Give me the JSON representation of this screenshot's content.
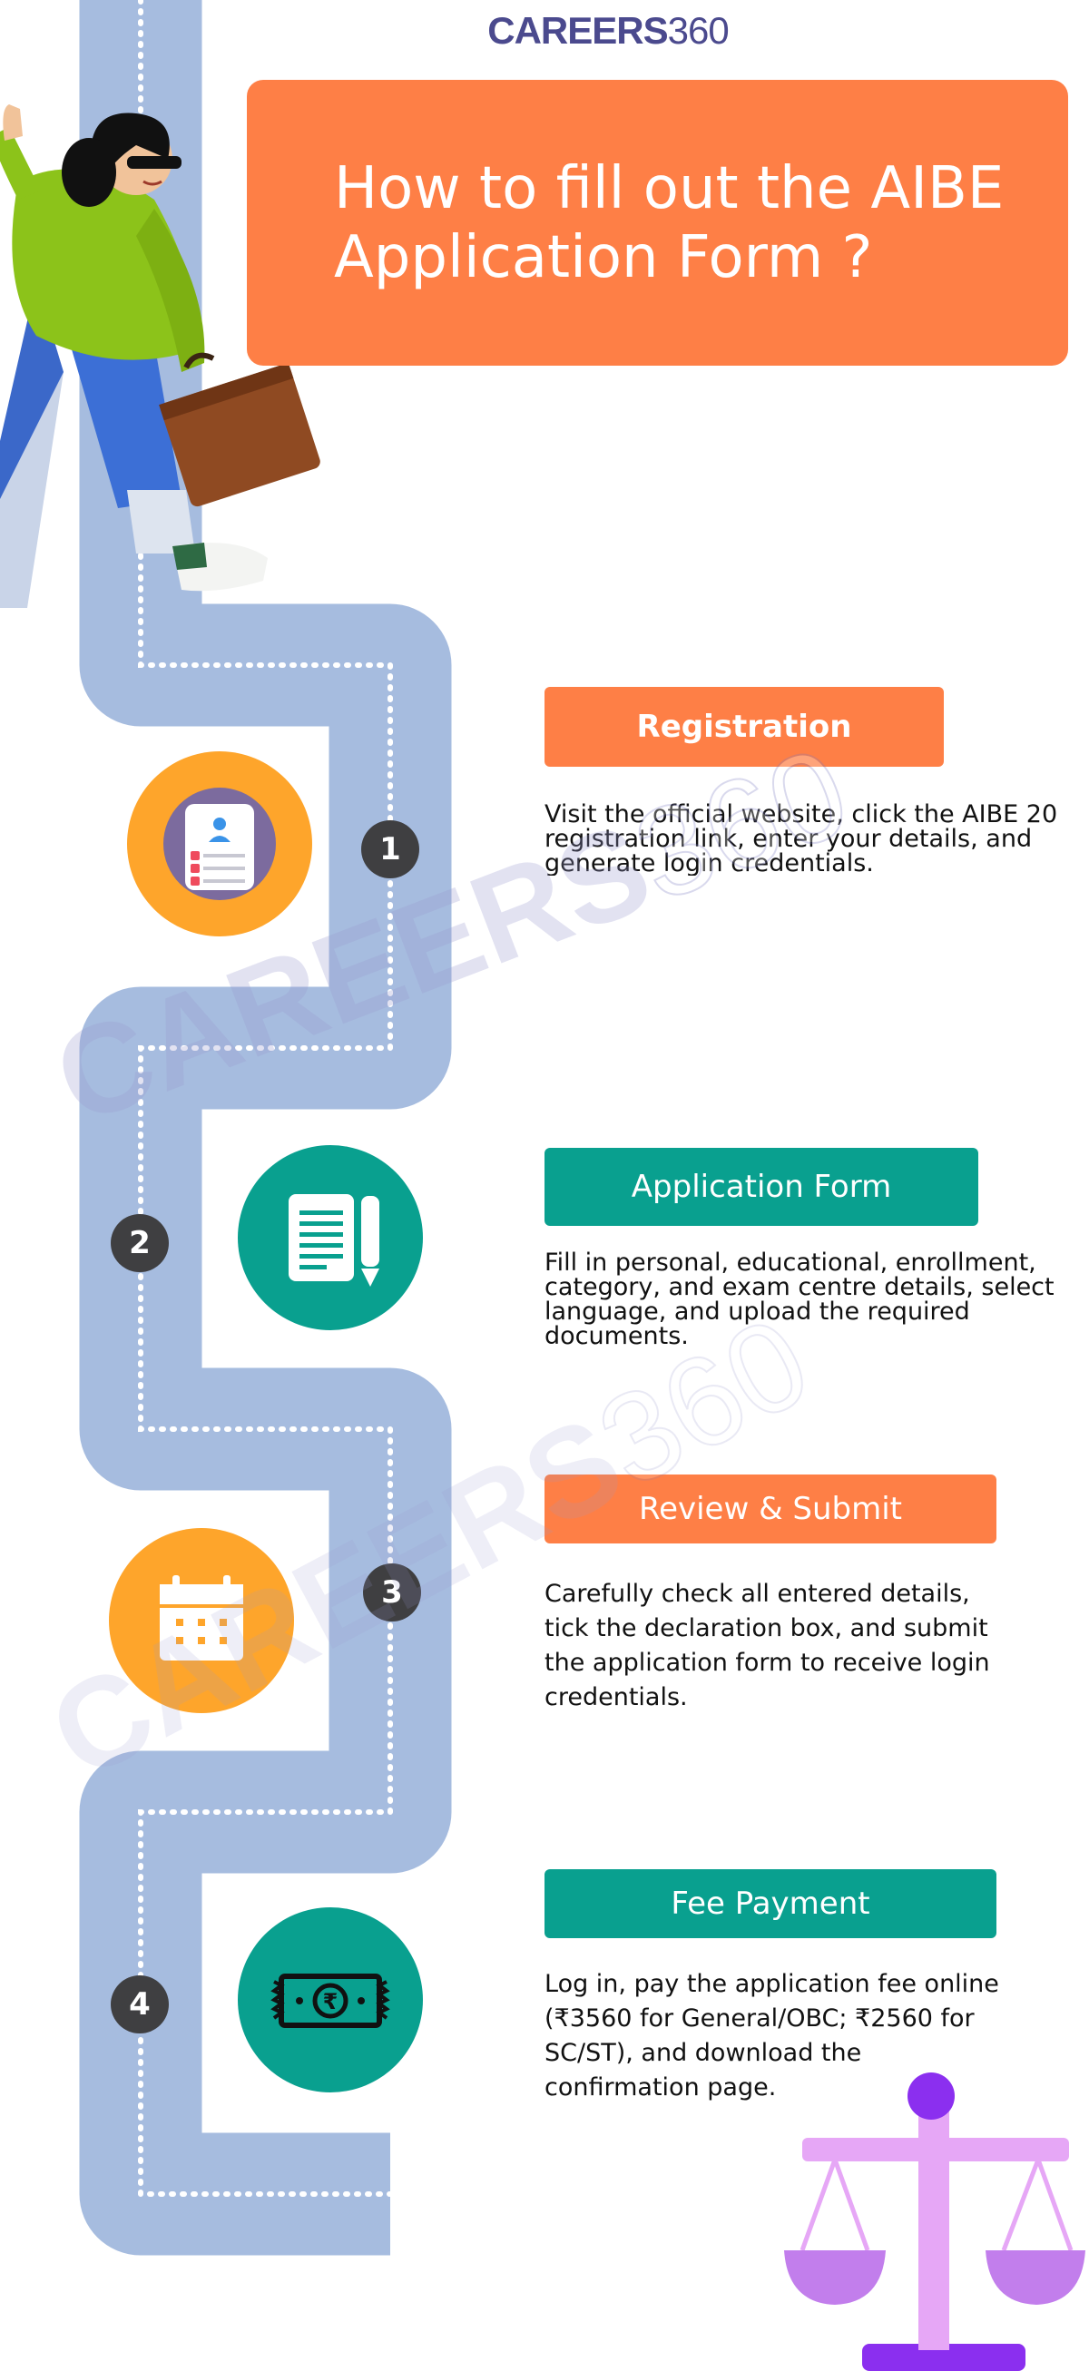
{
  "brand": {
    "logo_bold": "CAREERS",
    "logo_light": "360"
  },
  "title": {
    "text": "How to fill out the AIBE Application Form ?"
  },
  "colors": {
    "orange": "#fe7f46",
    "teal": "#09a08f",
    "path": "#a6bcdf",
    "amber": "#fea52b",
    "purple": "#c27eec"
  },
  "steps": [
    {
      "number": "1",
      "label": "Registration",
      "description": "Visit the official website, click the AIBE 20 registration link, enter your details, and generate login credentials.",
      "icon": "registration-form-icon"
    },
    {
      "number": "2",
      "label": "Application Form",
      "description": "Fill in personal, educational, enrollment, category, and exam centre details, select language, and upload the required documents.",
      "icon": "document-pencil-icon"
    },
    {
      "number": "3",
      "label": "Review & Submit",
      "description": "Carefully check all entered details, tick the declaration box, and submit the application form to receive login credentials.",
      "icon": "calendar-icon"
    },
    {
      "number": "4",
      "label": "Fee Payment",
      "description": "Log in, pay the application fee online (₹3560 for General/OBC; ₹2560 for SC/ST), and download the confirmation page.",
      "icon": "rupee-banknote-icon"
    }
  ],
  "watermark": {
    "bold": "CAREERS",
    "light": "360"
  }
}
